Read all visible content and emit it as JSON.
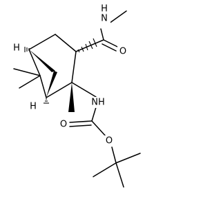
{
  "molecule": {
    "atoms": {
      "h_top": "H",
      "nh_amide": "H",
      "n_amide": "N",
      "o_amide": "O",
      "h_bottom": "H",
      "nh_carbamate": "NH",
      "o_carbonyl": "O",
      "o_ester": "O"
    }
  }
}
